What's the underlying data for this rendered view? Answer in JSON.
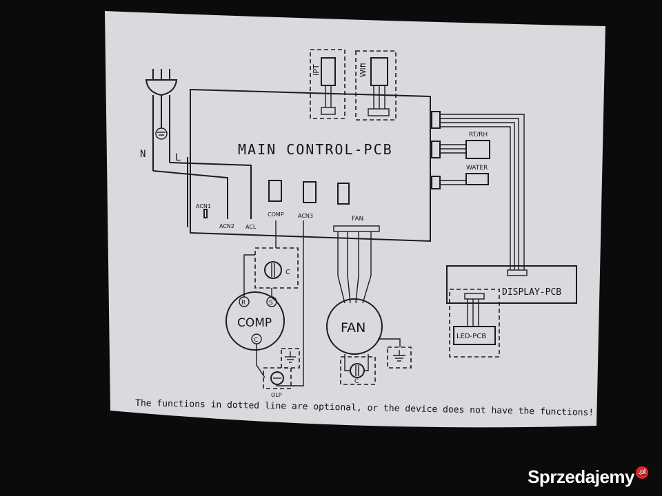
{
  "diagram": {
    "main_title": "MAIN CONTROL-PCB",
    "labels": {
      "n": "N",
      "l": "L",
      "ipt": "IPT",
      "wifi": "Wifi",
      "rt_rh": "RT/RH",
      "water": "WATER",
      "acn1": "ACN1",
      "acn2": "ACN2",
      "acl": "ACL",
      "comp_conn": "COMP",
      "acn3": "ACN3",
      "fan_conn": "FAN",
      "comp_motor": "COMP",
      "fan_motor": "FAN",
      "r": "R",
      "s": "S",
      "c": "C",
      "cap_c1": "C",
      "cap_c2": "C",
      "olp": "OLP",
      "display_pcb": "DISPLAY-PCB",
      "led_pcb": "LED-PCB"
    },
    "footnote": "The functions in dotted line are optional, or the device does not have the functions!"
  },
  "watermark": {
    "brand": "Sprzedajemy",
    "badge": ".pl"
  }
}
